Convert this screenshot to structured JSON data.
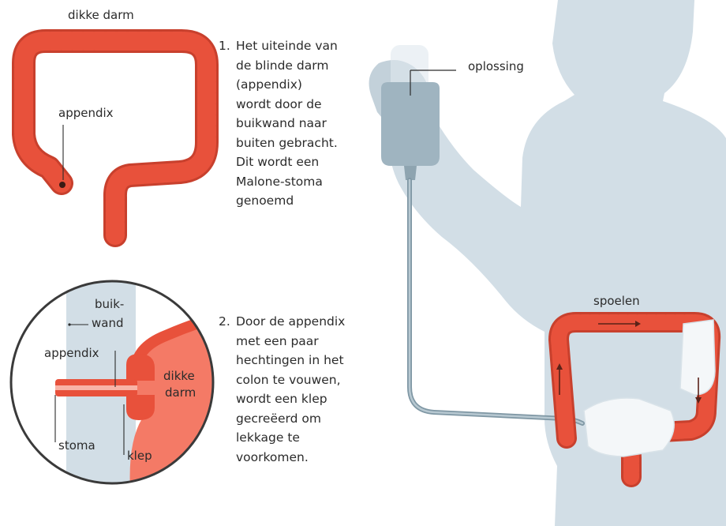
{
  "colors": {
    "colon": "#e8513b",
    "colon_dark": "#c8402d",
    "colon_light": "#f47a66",
    "body": "#d2dee6",
    "bag": "#9fb4c0",
    "tube": "#8ea4b0",
    "text": "#2b2b2b"
  },
  "labels": {
    "dikke_darm_top": "dikke darm",
    "appendix_top": "appendix",
    "buik": "buik-",
    "wand": "wand",
    "appendix_circle": "appendix",
    "dikke": "dikke",
    "darm": "darm",
    "stoma": "stoma",
    "klep": "klep",
    "oplossing": "oplossing",
    "spoelen": "spoelen"
  },
  "steps": [
    {
      "number": "1.",
      "lines": [
        "Het uiteinde van",
        "de blinde darm",
        "(appendix)",
        "wordt door de",
        "buikwand naar",
        "buiten gebracht.",
        "Dit wordt een",
        "Malone-stoma",
        "genoemd"
      ]
    },
    {
      "number": "2.",
      "lines": [
        "Door de appendix",
        "met een paar",
        "hechtingen in het",
        "colon te vouwen,",
        "wordt een klep",
        "gecreëerd om",
        "lekkage te",
        "voorkomen."
      ]
    }
  ]
}
